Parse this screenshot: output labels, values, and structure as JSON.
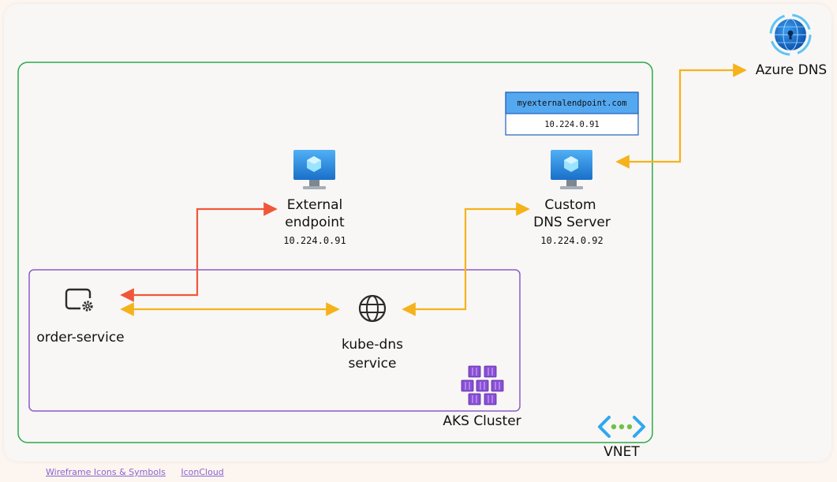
{
  "nodes": {
    "azure_dns": {
      "label": "Azure DNS"
    },
    "external_endpoint": {
      "line1": "External",
      "line2": "endpoint",
      "ip": "10.224.0.91"
    },
    "custom_dns": {
      "line1": "Custom",
      "line2": "DNS Server",
      "ip": "10.224.0.92"
    },
    "order_service": {
      "label": "order-service"
    },
    "kube_dns": {
      "line1": "kube-dns",
      "line2": "service"
    }
  },
  "dns_record": {
    "name": "myexternalendpoint.com",
    "ip": "10.224.0.91"
  },
  "groups": {
    "vnet": {
      "label": "VNET"
    },
    "aks": {
      "label": "AKS Cluster"
    }
  },
  "footer": {
    "links": [
      "Wireframe Icons & Symbols",
      "IconCloud"
    ]
  },
  "colors": {
    "vnet_border": "#2aaa4a",
    "aks_border": "#8a5cc9",
    "orange_arrow": "#f5b21b",
    "red_arrow": "#f0573a",
    "azure_blue": "#0078d4",
    "record_header": "#54a8f0",
    "aks_purple": "#8a4fd6"
  },
  "icons": [
    "monitor-vm-icon",
    "globe-lock-icon",
    "service-gear-icon",
    "globe-icon",
    "kubernetes-cubes-icon",
    "vnet-chevrons-icon"
  ]
}
